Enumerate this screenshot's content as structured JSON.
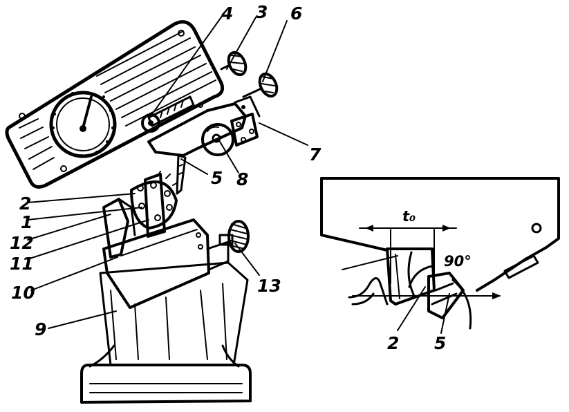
{
  "callouts": {
    "n1": "1",
    "n2": "2",
    "n3": "3",
    "n4": "4",
    "n5": "5",
    "n6": "6",
    "n7": "7",
    "n8": "8",
    "n9": "9",
    "n10": "10",
    "n11": "11",
    "n12": "12",
    "n13": "13"
  },
  "detail": {
    "t0": "t₀",
    "angle": "90°",
    "n2": "2",
    "n5": "5"
  },
  "colors": {
    "ink": "#000000",
    "paper": "#ffffff"
  },
  "icons": [
    "dial-gauge-icon",
    "knurled-knob-icon",
    "screw-icon"
  ]
}
